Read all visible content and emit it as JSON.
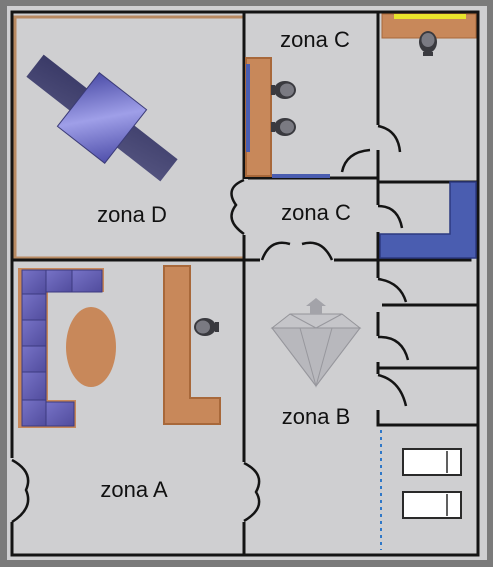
{
  "zones": {
    "d": "zona D",
    "c_top": "zona C",
    "c_mid": "zona C",
    "b": "zona B",
    "a": "zona A"
  },
  "colors": {
    "outer_frame": "#7b7b7b",
    "floor": "#cfcfd1",
    "wall": "#141414",
    "wood": "#c8885a",
    "wood_stroke": "#a8683a",
    "cushion": "#6a60ac",
    "blue": "#4a5db0",
    "lamp": "#e9e42c",
    "dotted": "#2f78c8"
  },
  "icons": {
    "cross_machine": "cross-machine-icon",
    "chair": "chair-icon",
    "diamond": "diamond-logo-icon",
    "bed": "bed-icon",
    "door": "door-swing-icon"
  }
}
